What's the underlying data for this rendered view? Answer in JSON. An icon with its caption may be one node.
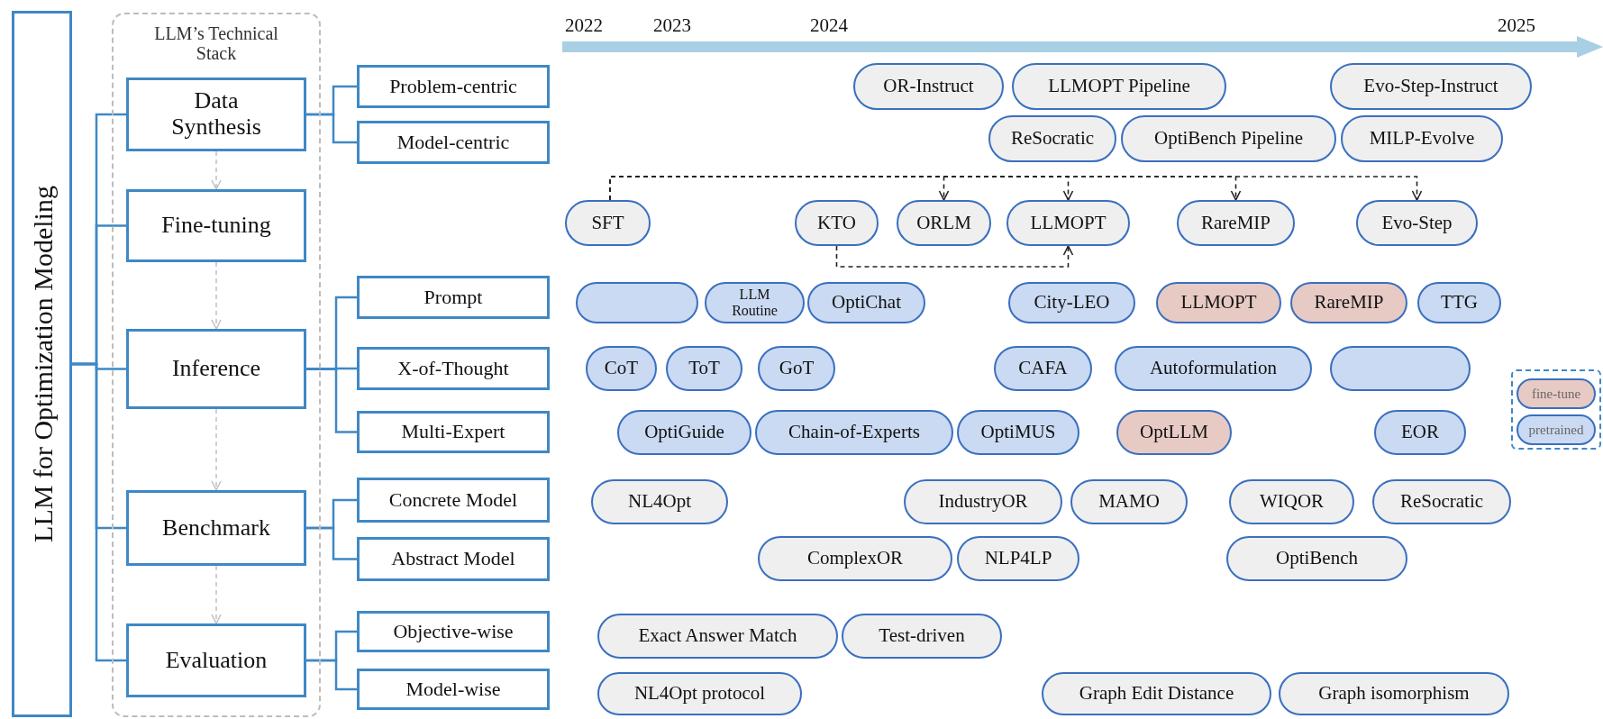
{
  "diagram": {
    "nodes": [
      {
        "text": [
          "LLM for Optimization Modeling"
        ]
      },
      {
        "text": [
          "LLM’s Technical Stack"
        ]
      },
      {
        "text": [
          "Data Synthesis"
        ],
        "in": 1
      },
      {
        "text": [
          "Fine-tuning"
        ],
        "in": 1
      },
      {
        "text": [
          "Inference"
        ],
        "in": 1
      },
      {
        "text": [
          "Benchmark"
        ],
        "in": 1
      },
      {
        "text": [
          "Evaluation"
        ],
        "in": 1
      },
      {
        "text": [
          "Problem-centric"
        ]
      },
      {
        "text": [
          "Model-centric"
        ]
      },
      {
        "text": [
          "Prompt"
        ]
      },
      {
        "text": [
          "X-of-Thought"
        ]
      },
      {
        "text": [
          "Multi-Expert"
        ]
      },
      {
        "text": [
          "Concrete Model"
        ]
      },
      {
        "text": [
          "Abstract Model"
        ]
      },
      {
        "text": [
          "Objective-wise"
        ]
      },
      {
        "text": [
          "Model-wise"
        ]
      },
      {
        "text": [
          "OR-Instruct"
        ]
      },
      {
        "text": [
          "LLMOPT Pipeline"
        ]
      },
      {
        "text": [
          "Evo-Step-Instruct"
        ]
      },
      {
        "text": [
          "ReSocratic"
        ]
      },
      {
        "text": [
          "OptiBench Pipeline"
        ]
      },
      {
        "text": [
          "MILP-Evolve"
        ]
      },
      {
        "text": [
          "SFT"
        ]
      },
      {
        "text": [
          "KTO"
        ]
      },
      {
        "text": [
          "ORLM"
        ]
      },
      {
        "text": [
          "LLMOPT"
        ]
      },
      {
        "text": [
          "RareMIP"
        ]
      },
      {
        "text": [
          "Evo-Step"
        ]
      },
      {
        "text": [],
        "shape": "pill"
      },
      {
        "text": [
          "LLM Routine"
        ]
      },
      {
        "text": [
          "OptiChat"
        ]
      },
      {
        "text": [
          "City-LEO"
        ]
      },
      {
        "text": [
          "LLMOPT"
        ]
      },
      {
        "text": [
          "RareMIP"
        ]
      },
      {
        "text": [
          "TTG"
        ]
      },
      {
        "text": [
          "CoT"
        ]
      },
      {
        "text": [
          "ToT"
        ]
      },
      {
        "text": [
          "GoT"
        ]
      },
      {
        "text": [
          "CAFA"
        ]
      },
      {
        "text": [
          "Autoformulation"
        ]
      },
      {
        "text": [],
        "shape": "pill"
      },
      {
        "text": [
          "OptiGuide"
        ]
      },
      {
        "text": [
          "Chain-of-Experts"
        ]
      },
      {
        "text": [
          "OptiMUS"
        ]
      },
      {
        "text": [
          "OptLLM"
        ]
      },
      {
        "text": [
          "EOR"
        ]
      },
      {
        "text": [
          "NL4Opt"
        ]
      },
      {
        "text": [
          "IndustryOR"
        ]
      },
      {
        "text": [
          "MAMO"
        ]
      },
      {
        "text": [
          "WIQOR"
        ]
      },
      {
        "text": [
          "ReSocratic"
        ]
      },
      {
        "text": [
          "ComplexOR"
        ]
      },
      {
        "text": [
          "NLP4LP"
        ]
      },
      {
        "text": [
          "OptiBench"
        ]
      },
      {
        "text": [
          "Exact Answer Match"
        ]
      },
      {
        "text": [
          "Test-driven"
        ]
      },
      {
        "text": [
          "NL4Opt protocol"
        ]
      },
      {
        "text": [
          "Graph Edit Distance"
        ]
      },
      {
        "text": [
          "Graph isomorphism"
        ]
      }
    ],
    "edges": [
      {
        "from": 0,
        "to": 2,
        "arrow": "none"
      },
      {
        "from": 0,
        "to": 3,
        "arrow": "none"
      },
      {
        "from": 0,
        "to": 4,
        "arrow": "none"
      },
      {
        "from": 0,
        "to": 5,
        "arrow": "none"
      },
      {
        "from": 0,
        "to": 6,
        "arrow": "none"
      },
      {
        "from": 2,
        "to": 7,
        "arrow": "none"
      },
      {
        "from": 2,
        "to": 8,
        "arrow": "none"
      },
      {
        "from": 4,
        "to": 9,
        "arrow": "none"
      },
      {
        "from": 4,
        "to": 10,
        "arrow": "none"
      },
      {
        "from": 4,
        "to": 11,
        "arrow": "none"
      },
      {
        "from": 5,
        "to": 12,
        "arrow": "none"
      },
      {
        "from": 5,
        "to": 13,
        "arrow": "none"
      },
      {
        "from": 6,
        "to": 14,
        "arrow": "none"
      },
      {
        "from": 6,
        "to": 15,
        "arrow": "none"
      },
      {
        "from": 2,
        "to": 3,
        "arrow": "to",
        "style": "dashed",
        "color": "#c4c4c4"
      },
      {
        "from": 3,
        "to": 4,
        "arrow": "to",
        "style": "dashed",
        "color": "#c4c4c4"
      },
      {
        "from": 4,
        "to": 5,
        "arrow": "to",
        "style": "dashed",
        "color": "#c4c4c4"
      },
      {
        "from": 5,
        "to": 6,
        "arrow": "to",
        "style": "dashed",
        "color": "#c4c4c4"
      },
      {
        "from": 22,
        "to": 24,
        "arrow": "to",
        "style": "dashed",
        "color": "#222222"
      },
      {
        "from": 22,
        "to": 25,
        "arrow": "to",
        "style": "dashed",
        "color": "#222222"
      },
      {
        "from": 22,
        "to": 26,
        "arrow": "to",
        "style": "dashed",
        "color": "#222222"
      },
      {
        "from": 22,
        "to": 27,
        "arrow": "to",
        "style": "dashed",
        "color": "#222222"
      },
      {
        "from": 23,
        "to": 25,
        "arrow": "to",
        "style": "dashed",
        "color": "#222222"
      }
    ],
    "labels": [
      "2022",
      "2023",
      "2024",
      "2025"
    ],
    "legend": [
      {
        "text": "fine-tune",
        "color": "#e8cac4"
      },
      {
        "text": "pretrained",
        "color": "#cadaf2"
      }
    ]
  }
}
